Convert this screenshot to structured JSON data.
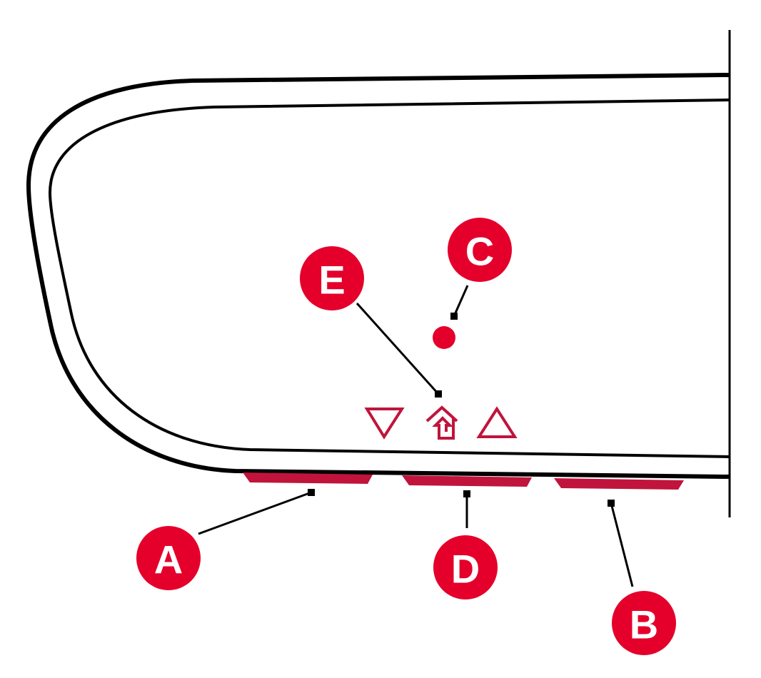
{
  "colors": {
    "label_fill": "#e4002b",
    "button_fill": "#c0143c",
    "indicator": "#e4002b",
    "outline": "#000000"
  },
  "callouts": [
    {
      "id": "A",
      "text": "A",
      "target": "left-button"
    },
    {
      "id": "B",
      "text": "B",
      "target": "right-button"
    },
    {
      "id": "C",
      "text": "C",
      "target": "indicator-light"
    },
    {
      "id": "D",
      "text": "D",
      "target": "center-button"
    },
    {
      "id": "E",
      "text": "E",
      "target": "home-icon"
    }
  ],
  "icons": [
    "down-triangle-icon",
    "home-icon",
    "up-triangle-icon"
  ]
}
